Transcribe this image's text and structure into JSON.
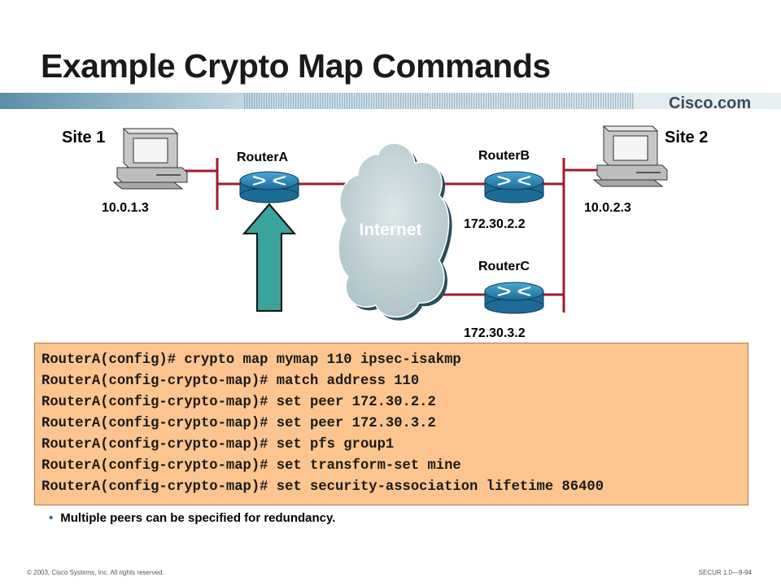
{
  "slide": {
    "title": "Example Crypto Map Commands",
    "logo": "Cisco.com",
    "footer_left": "© 2003, Cisco Systems, Inc. All rights reserved.",
    "footer_right": "SECUR 1.0—9-94"
  },
  "diagram": {
    "sites": [
      {
        "label": "Site 1",
        "ip": "10.0.1.3"
      },
      {
        "label": "Site 2",
        "ip": "10.0.2.3"
      }
    ],
    "routers": [
      {
        "label": "RouterA"
      },
      {
        "label": "RouterB",
        "ip": "172.30.2.2"
      },
      {
        "label": "RouterC",
        "ip": "172.30.3.2"
      }
    ],
    "cloud_label": "Internet",
    "colors": {
      "link": "#9b1e2e",
      "router": "#2e8ab8",
      "arrow": "#3aa39b",
      "cloud": "#b4c8cd",
      "cli_bg": "#fcc58f"
    }
  },
  "cli": {
    "lines": [
      "RouterA(config)# crypto map mymap 110 ipsec-isakmp",
      "RouterA(config-crypto-map)# match address 110",
      "RouterA(config-crypto-map)# set peer 172.30.2.2",
      "RouterA(config-crypto-map)# set peer 172.30.3.2",
      "RouterA(config-crypto-map)# set pfs group1",
      "RouterA(config-crypto-map)# set transform-set mine",
      "RouterA(config-crypto-map)# set security-association lifetime 86400"
    ]
  },
  "bullet": "Multiple peers can be specified for redundancy."
}
